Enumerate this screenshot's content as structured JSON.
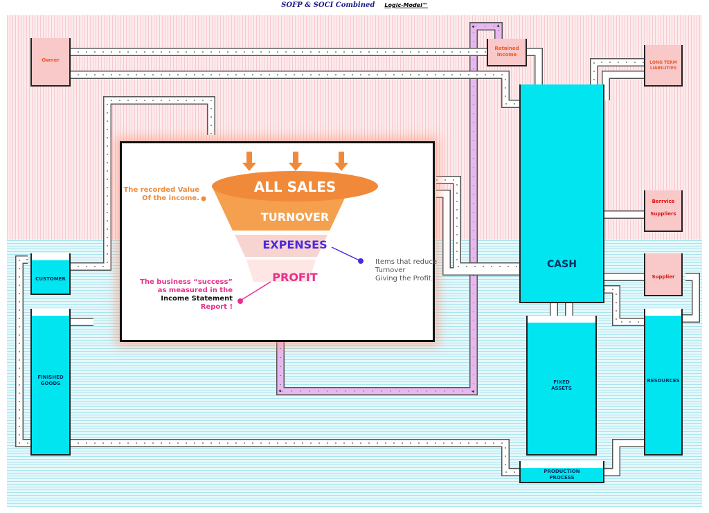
{
  "title": "SOFP & SOCI Combined",
  "brand": "Logic-Model™",
  "tanks": {
    "owner": "Owner",
    "retained_income": "Retained Income",
    "long_term_liabilities": "LONG TERM LIABILITIES",
    "service_suppliers_1": "Berrvice",
    "service_suppliers_2": "Suppliers",
    "supplier": "Supplier",
    "customer": "CUSTOMER",
    "finished_goods": "FINISHED GOODS",
    "cash": "CASH",
    "fixed_assets": "FIXED ASSETS",
    "resources": "RESOURCES",
    "production_process": "PRODUCTION PROCESS"
  },
  "funnel": {
    "level1": "ALL SALES",
    "level2": "TURNOVER",
    "level3": "EXPENSES",
    "level4": "PROFIT",
    "note_left_1": "The recorded Value",
    "note_left_2": "Of the income.",
    "note_right_1": "Items that reduce",
    "note_right_2": "Turnover",
    "note_right_3": "Giving the Profit",
    "note_profit_1": "The business “success”",
    "note_profit_2": "as measured in the",
    "note_profit_3": "Income Statement",
    "note_profit_4": "Report !"
  },
  "colors": {
    "equity_zone": "#f9c8c8",
    "asset_zone": "#00e5f0",
    "funnel_top": "#f08a3a",
    "funnel_expenses": "#4b2ae0",
    "funnel_profit": "#e8308a",
    "purple_pipe": "#e6b8ef"
  }
}
